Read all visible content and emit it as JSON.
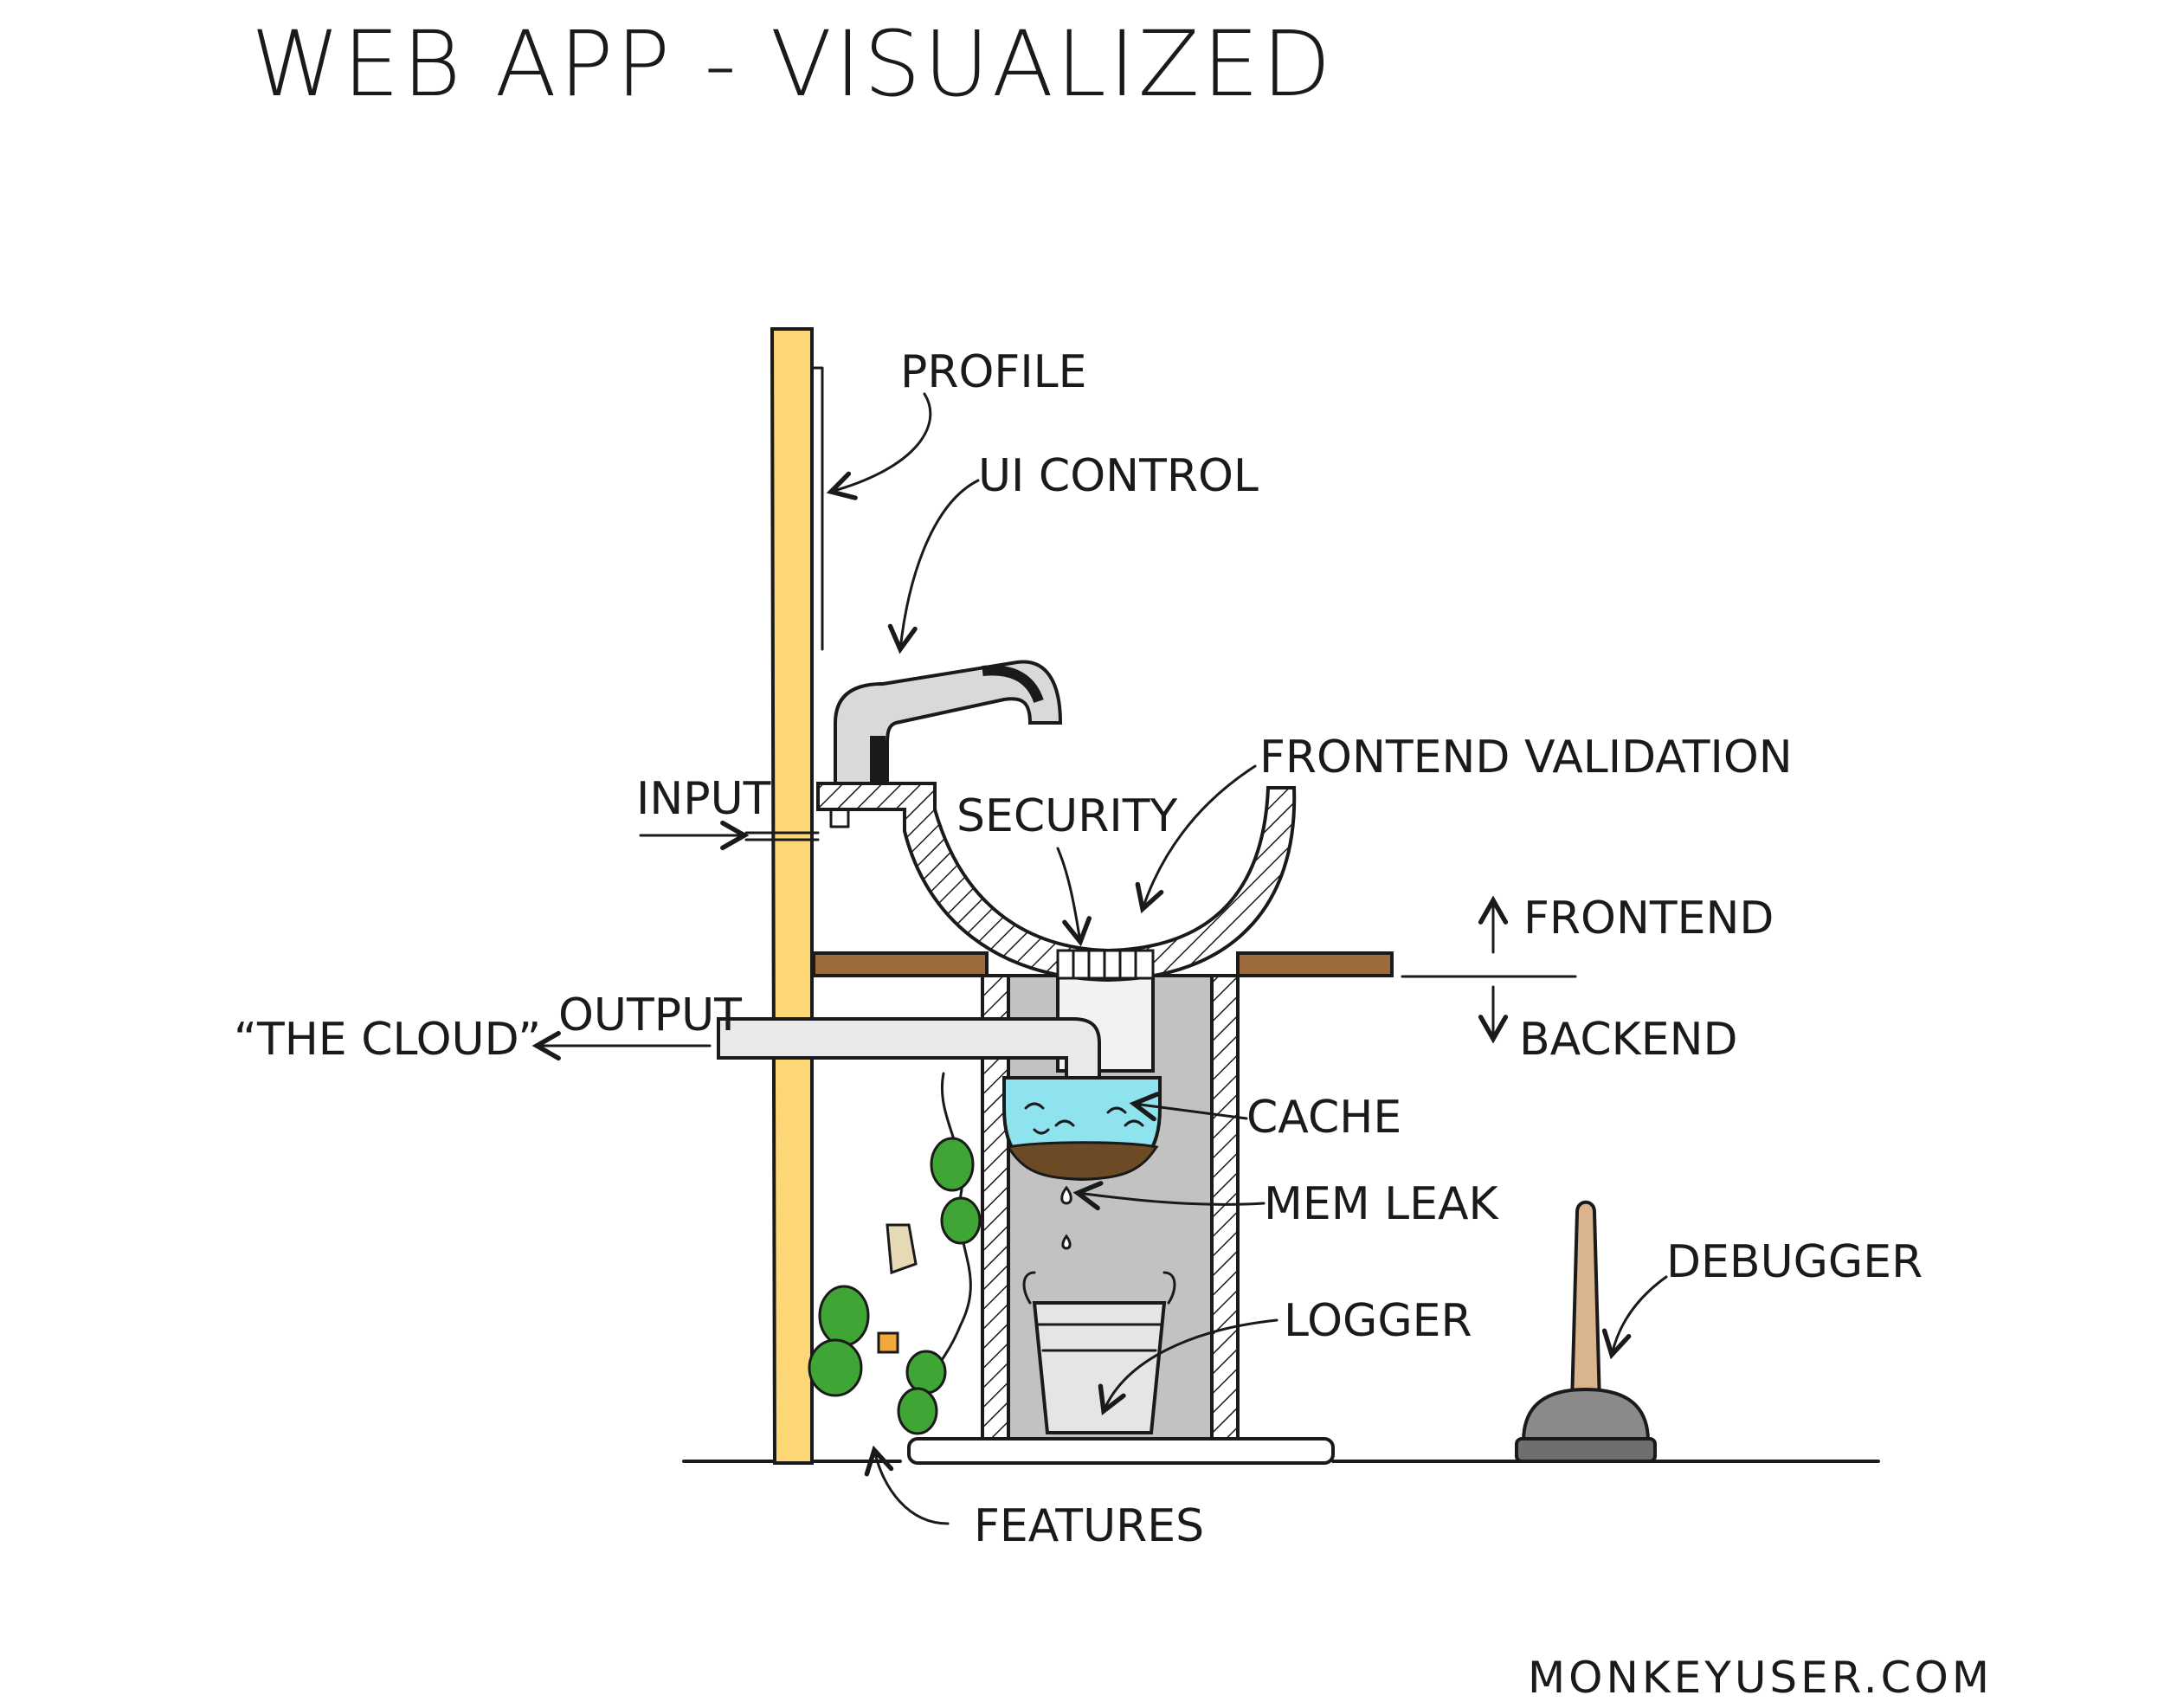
{
  "title": "WEB APP - VISUALIZED",
  "labels": {
    "profile": "PROFILE",
    "ui_control": "UI CONTROL",
    "frontend_validation": "FRONTEND VALIDATION",
    "input": "INPUT",
    "security": "SECURITY",
    "frontend": "FRONTEND",
    "backend": "BACKEND",
    "the_cloud": "“THE CLOUD”",
    "output": "OUTPUT",
    "cache": "CACHE",
    "mem_leak": "MEM LEAK",
    "logger": "LOGGER",
    "debugger": "DEBUGGER",
    "features": "FEATURES"
  },
  "credit": "MONKEYUSER.COM",
  "colors": {
    "ink": "#1a1a1a",
    "wall": "#fdd676",
    "counter": "#9b6b3e",
    "cabinet": "#c2c2c2",
    "pipe": "#e9e9e9",
    "water": "#8ee3ef",
    "sludge": "#6b4a25",
    "feature_bug": "#3fa535",
    "plunger_handle": "#d9b48c",
    "plunger_cup": "#8a8a8a"
  }
}
